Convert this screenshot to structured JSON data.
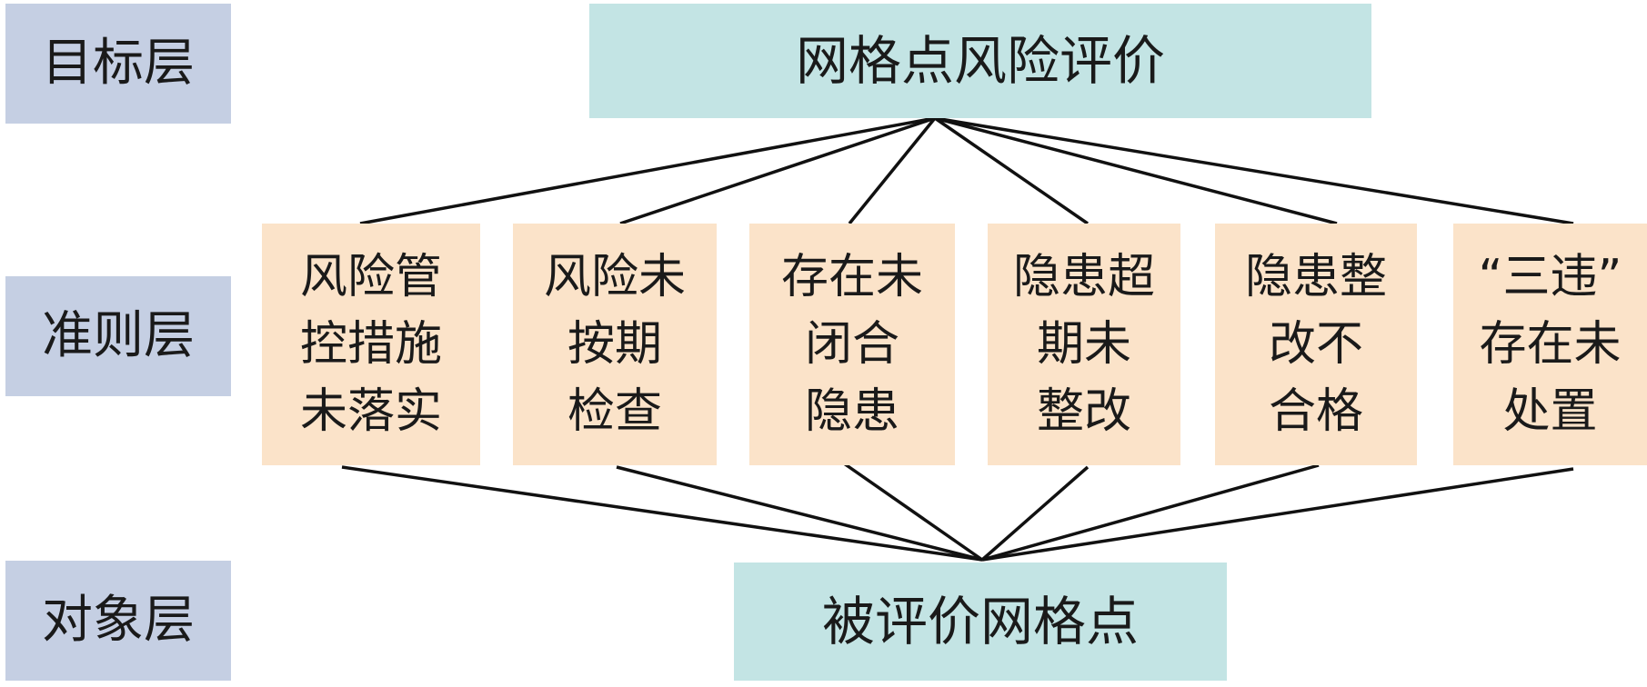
{
  "layers": {
    "goal": "目标层",
    "criteria": "准则层",
    "object": "对象层"
  },
  "goal": "网格点风险评价",
  "object": "被评价网格点",
  "criteria": [
    {
      "lines": [
        "风险管",
        "控措施",
        "未落实"
      ]
    },
    {
      "lines": [
        "风险未",
        "按期",
        "检查"
      ]
    },
    {
      "lines": [
        "存在未",
        "闭合",
        "隐患"
      ]
    },
    {
      "lines": [
        "隐患超",
        "期未",
        "整改"
      ]
    },
    {
      "lines": [
        "隐患整",
        "改不",
        "合格"
      ]
    },
    {
      "lines": [
        "“三违”",
        "存在未",
        "处置"
      ]
    }
  ],
  "colors": {
    "layer_label_bg": "#c5cfe3",
    "goal_object_bg": "#c3e4e4",
    "criteria_bg": "#fbe3c9",
    "line": "#111111"
  }
}
